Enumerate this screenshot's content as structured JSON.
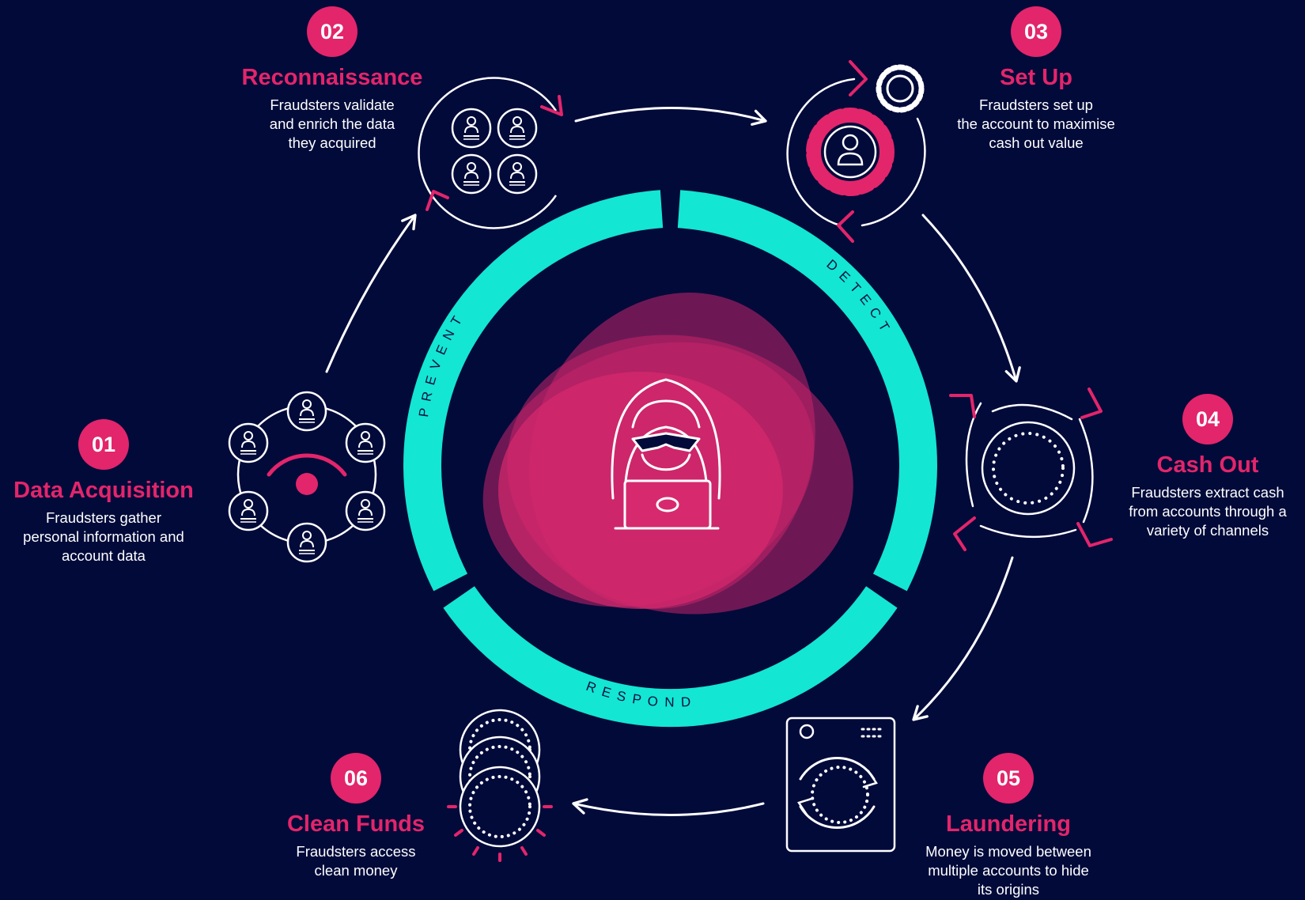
{
  "colors": {
    "background": "#020a3a",
    "accent_pink": "#e3256b",
    "ring_teal": "#13e6d3",
    "line_white": "#ffffff"
  },
  "ring": {
    "prevent": "P R E V E N T",
    "detect": "D E T E C T",
    "respond": "R E S P O N D"
  },
  "stages": [
    {
      "number": "01",
      "title": "Data Acquisition",
      "lines": [
        "Fraudsters gather",
        "personal information and",
        "account data"
      ],
      "icon": "network-of-people-icon"
    },
    {
      "number": "02",
      "title": "Reconnaissance",
      "lines": [
        "Fraudsters validate",
        "and enrich the data",
        "they acquired"
      ],
      "icon": "people-grid-icon"
    },
    {
      "number": "03",
      "title": "Set Up",
      "lines": [
        "Fraudsters set up",
        "the account to maximise",
        "cash out value"
      ],
      "icon": "gear-user-icon"
    },
    {
      "number": "04",
      "title": "Cash Out",
      "lines": [
        "Fraudsters extract cash",
        "from accounts through a",
        "variety of channels"
      ],
      "icon": "coin-vortex-icon"
    },
    {
      "number": "05",
      "title": "Laundering",
      "lines": [
        "Money is moved between",
        "multiple accounts to hide",
        "its origins"
      ],
      "icon": "washing-machine-icon"
    },
    {
      "number": "06",
      "title": "Clean Funds",
      "lines": [
        "Fraudsters access",
        "clean money"
      ],
      "icon": "shining-coins-icon"
    }
  ],
  "center_icon": "hacker-laptop-icon"
}
